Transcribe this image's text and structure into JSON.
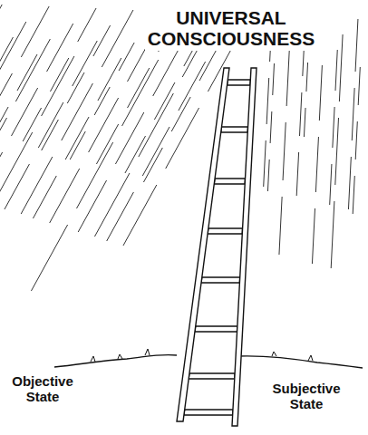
{
  "diagram": {
    "labels": [
      "UNIVERSAL CONSCIOUSNESS",
      "Objective State",
      "Subjective State"
    ]
  }
}
